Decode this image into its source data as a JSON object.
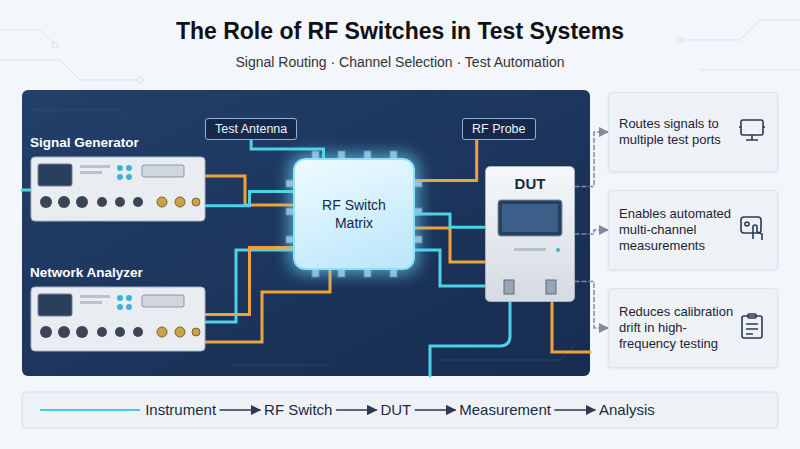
{
  "diagram": {
    "title": "The Role of RF Switches in Test Systems",
    "nodes": [
      {
        "text": [
          "Signal Generator"
        ]
      },
      {
        "text": [
          "Test Antenna"
        ]
      },
      {
        "text": [
          "RF Switch Matrix"
        ]
      },
      {
        "text": [
          "RF Probe"
        ]
      },
      {
        "text": [
          "DUT"
        ]
      },
      {
        "text": [
          "Network Analyzer"
        ]
      },
      {
        "text": [
          "Routes signals to multiple test ports"
        ]
      },
      {
        "text": [
          "Enables automated multi-channel measurements"
        ]
      },
      {
        "text": [
          "Reduces calibration drift in high-frequency testing"
        ]
      },
      {
        "text": [
          "Instrument"
        ]
      },
      {
        "text": [
          "RF Switch"
        ]
      },
      {
        "text": [
          "DUT"
        ]
      },
      {
        "text": [
          "Measurement"
        ]
      },
      {
        "text": [
          "Analysis"
        ]
      }
    ],
    "edges": [
      {
        "from": 0,
        "to": 2,
        "arrow": "none"
      },
      {
        "from": 5,
        "to": 2,
        "arrow": "none"
      },
      {
        "from": 1,
        "to": 2,
        "arrow": "none"
      },
      {
        "from": 3,
        "to": 2,
        "arrow": "none"
      },
      {
        "from": 2,
        "to": 4,
        "arrow": "none"
      },
      {
        "from": 4,
        "to": 6,
        "arrow": "to"
      },
      {
        "from": 4,
        "to": 7,
        "arrow": "to"
      },
      {
        "from": 4,
        "to": 8,
        "arrow": "to"
      },
      {
        "from": 9,
        "to": 10,
        "arrow": "to"
      },
      {
        "from": 10,
        "to": 11,
        "arrow": "to"
      },
      {
        "from": 11,
        "to": 12,
        "arrow": "to"
      },
      {
        "from": 12,
        "to": 13,
        "arrow": "to"
      }
    ],
    "labels": [
      "Signal Routing · Channel Selection · Test Automation"
    ]
  }
}
